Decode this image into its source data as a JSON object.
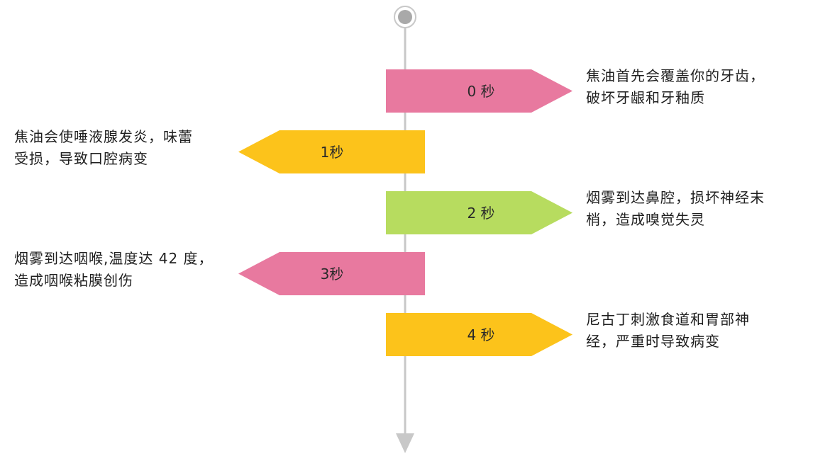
{
  "colors": {
    "pink": "#e8799f",
    "yellow": "#fcc31b",
    "green": "#b7dc5f",
    "axis": "#c8c8c8",
    "node": "#a9a9a9"
  },
  "steps": [
    {
      "label": "0 秒",
      "color": "pink",
      "side": "right",
      "lines": [
        "焦油首先会覆盖你的牙齿，",
        "破坏牙龈和牙釉质"
      ]
    },
    {
      "label": "1秒",
      "color": "yellow",
      "side": "left",
      "lines": [
        "焦油会使唾液腺发炎，味蕾",
        "受损，导致口腔病变"
      ]
    },
    {
      "label": "2 秒",
      "color": "green",
      "side": "right",
      "lines": [
        "烟雾到达鼻腔，损坏神经末",
        "梢，造成嗅觉失灵"
      ]
    },
    {
      "label": "3秒",
      "color": "pink",
      "side": "left",
      "lines": [
        "烟雾到达咽喉,温度达 42 度，",
        "造成咽喉粘膜创伤"
      ]
    },
    {
      "label": "4 秒",
      "color": "yellow",
      "side": "right",
      "lines": [
        "尼古丁刺激食道和胃部神",
        "经，严重时导致病变"
      ]
    }
  ]
}
